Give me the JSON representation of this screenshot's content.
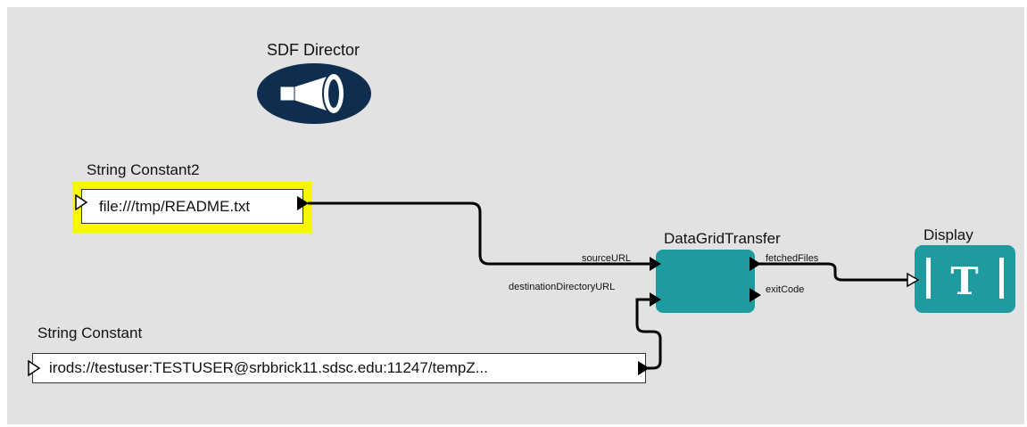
{
  "director": {
    "label": "SDF Director",
    "icon": "megaphone-icon"
  },
  "string_constant2": {
    "title": "String Constant2",
    "value": "file:///tmp/README.txt"
  },
  "string_constant": {
    "title": "String Constant",
    "value": "irods://testuser:TESTUSER@srbbrick11.sdsc.edu:11247/tempZ..."
  },
  "datagrid": {
    "title": "DataGridTransfer",
    "ports_in": [
      "sourceURL",
      "destinationDirectoryURL"
    ],
    "ports_out": [
      "fetchedFiles",
      "exitCode"
    ]
  },
  "display": {
    "title": "Display",
    "icon_text": "T",
    "icon": "text-display-icon"
  },
  "colors": {
    "canvas": "#e2e2e2",
    "actor": "#1f9aa0",
    "highlight": "#f7f700",
    "director": "#0f2d4f"
  }
}
